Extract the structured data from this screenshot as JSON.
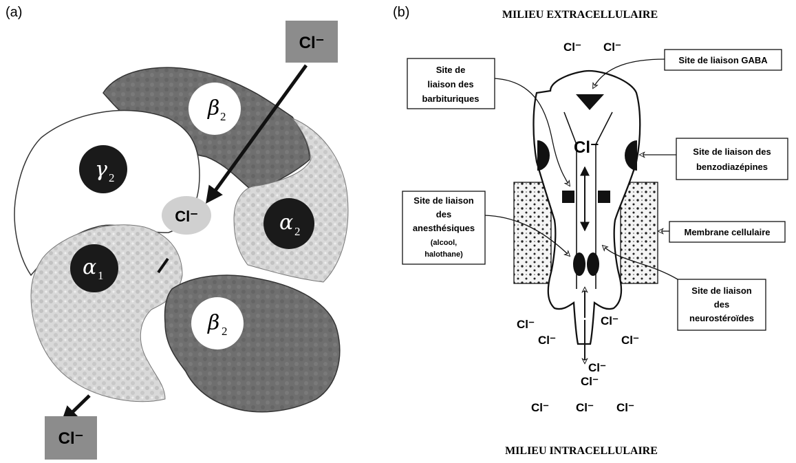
{
  "panel_a": {
    "label": "(a)",
    "subunits": {
      "beta_top": "β",
      "beta_top_sub": "2",
      "gamma": "γ",
      "gamma_sub": "2",
      "alpha2": "α",
      "alpha2_sub": "2",
      "alpha1": "α",
      "alpha1_sub": "1",
      "beta_bottom": "β",
      "beta_bottom_sub": "2"
    },
    "ion_in": "Cl⁻",
    "ion_center": "Cl⁻",
    "ion_out": "Cl⁻"
  },
  "panel_b": {
    "label": "(b)",
    "top_title": "MILIEU EXTRACELLULAIRE",
    "bottom_title": "MILIEU INTRACELLULAIRE",
    "channel_ion": "Cl⁻",
    "extracellular_ions": [
      "Cl⁻",
      "Cl⁻"
    ],
    "intracellular_ions": [
      "Cl⁻",
      "Cl⁻",
      "Cl⁻",
      "Cl⁻",
      "Cl⁻",
      "Cl⁻",
      "Cl⁻",
      "Cl⁻",
      "Cl⁻"
    ],
    "labels": {
      "barbituriques": [
        "Site de",
        "liaison des",
        "barbituriques"
      ],
      "gaba": [
        "Site de liaison GABA"
      ],
      "benzodiazepines": [
        "Site de liaison des",
        "benzodiazépines"
      ],
      "anesthesiques": [
        "Site de liaison",
        "des",
        "anesthésiques"
      ],
      "anesthesiques_note": [
        "(alcool,",
        "halothane)"
      ],
      "membrane": [
        "Membrane cellulaire"
      ],
      "neurosteroides": [
        "Site de liaison",
        "des",
        "neurostéroïdes"
      ]
    }
  },
  "colors": {
    "dark_subunit": "#6f6f6f",
    "light_subunit": "#d7d7d7",
    "ion_box": "#8c8c8c",
    "black": "#111111"
  }
}
